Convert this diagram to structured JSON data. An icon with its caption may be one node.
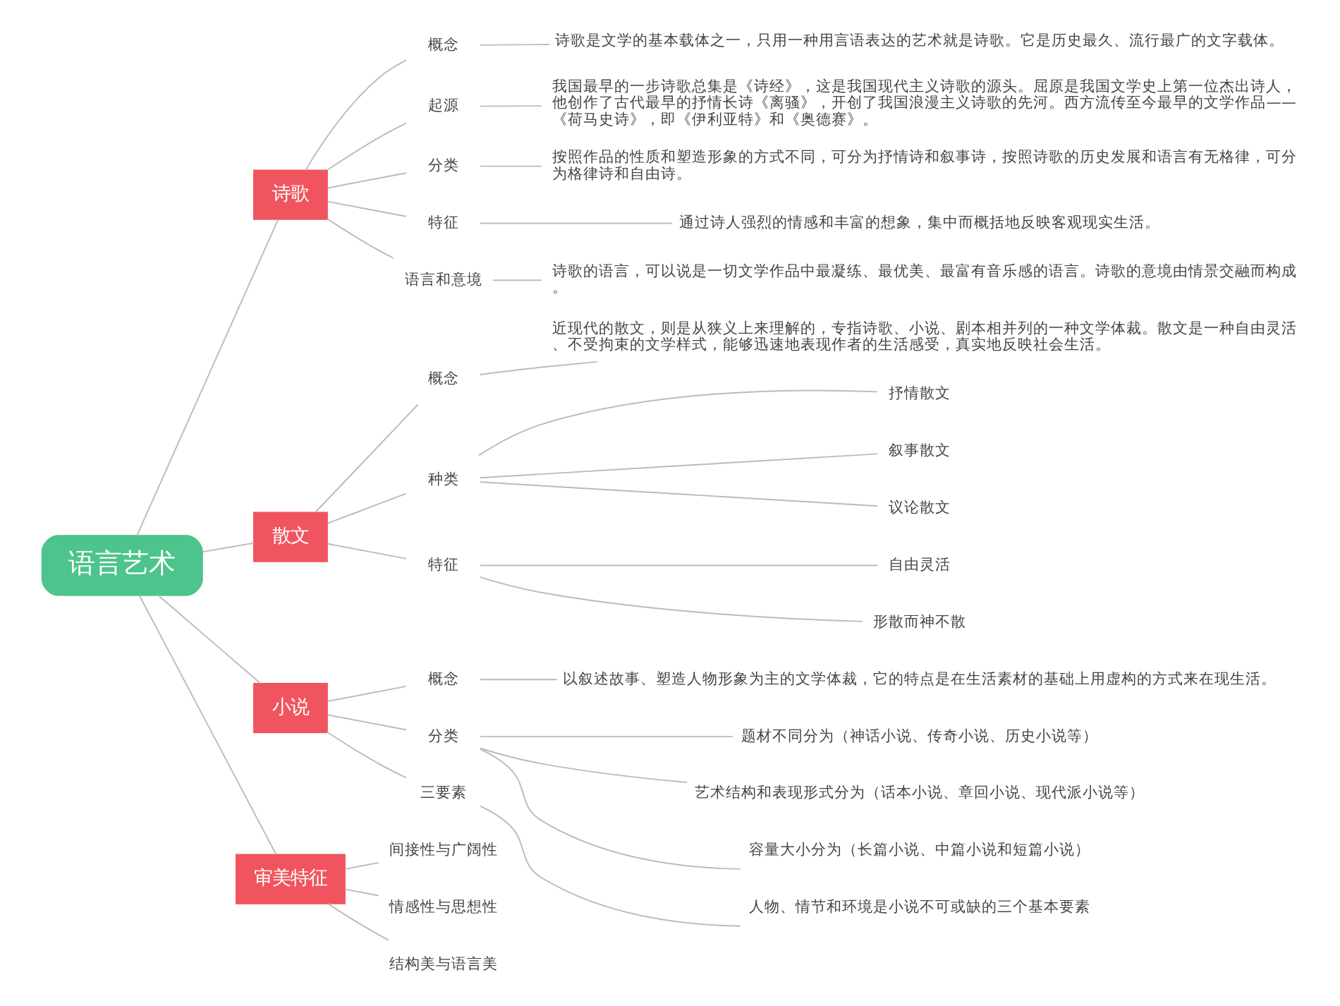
{
  "diagram": {
    "nodes": [
      {
        "text": [
          "语言艺术"
        ]
      },
      {
        "text": [
          "诗歌"
        ]
      },
      {
        "text": [
          "概念"
        ]
      },
      {
        "text": [
          "诗歌是文学的基本载体之一，只用一种用言语表达的艺术就是诗歌。它是历史最久、流行最广的文字载体。"
        ]
      },
      {
        "text": [
          "起源"
        ]
      },
      {
        "text": [
          "我国最早的一步诗歌总集是《诗经》，这是我国现代主义诗歌的源头。屈原是我国文学史上第一位杰出诗人，他创作了古代最早的抒情长诗《离骚》，开创了我国浪漫主义诗歌的先河。西方流传至今最早的文学作品——《荷马史诗》，即《伊利亚特》和《奥德赛》。"
        ]
      },
      {
        "text": [
          "分类"
        ]
      },
      {
        "text": [
          "按照作品的性质和塑造形象的方式不同，可分为抒情诗和叙事诗，按照诗歌的历史发展和语言有无格律，可分为格律诗和自由诗。"
        ]
      },
      {
        "text": [
          "特征"
        ]
      },
      {
        "text": [
          "通过诗人强烈的情感和丰富的想象，集中而概括地反映客观现实生活。"
        ]
      },
      {
        "text": [
          "语言和意境"
        ]
      },
      {
        "text": [
          "诗歌的语言，可以说是一切文学作品中最凝练、最优美、最富有音乐感的语言。诗歌的意境由情景交融而构成。"
        ]
      },
      {
        "text": [
          "散文"
        ]
      },
      {
        "text": [
          "概念"
        ]
      },
      {
        "text": [
          "近现代的散文，则是从狭义上来理解的，专指诗歌、小说、剧本相并列的一种文学体裁。散文是一种自由灵活、不受拘束的文学样式，能够迅速地表现作者的生活感受，真实地反映社会生活。"
        ]
      },
      {
        "text": [
          "种类"
        ]
      },
      {
        "text": [
          "抒情散文"
        ]
      },
      {
        "text": [
          "叙事散文"
        ]
      },
      {
        "text": [
          "议论散文"
        ]
      },
      {
        "text": [
          "特征"
        ]
      },
      {
        "text": [
          "自由灵活"
        ]
      },
      {
        "text": [
          "形散而神不散"
        ]
      },
      {
        "text": [
          "小说"
        ]
      },
      {
        "text": [
          "概念"
        ]
      },
      {
        "text": [
          "以叙述故事、塑造人物形象为主的文学体裁，它的特点是在生活素材的基础上用虚构的方式来在现生活。"
        ]
      },
      {
        "text": [
          "分类"
        ]
      },
      {
        "text": [
          "题材不同分为（神话小说、传奇小说、历史小说等）"
        ]
      },
      {
        "text": [
          "艺术结构和表现形式分为（话本小说、章回小说、现代派小说等）"
        ]
      },
      {
        "text": [
          "容量大小分为（长篇小说、中篇小说和短篇小说）"
        ]
      },
      {
        "text": [
          "三要素"
        ]
      },
      {
        "text": [
          "人物、情节和环境是小说不可或缺的三个基本要素"
        ]
      },
      {
        "text": [
          "审美特征"
        ]
      },
      {
        "text": [
          "间接性与广阔性"
        ]
      },
      {
        "text": [
          "情感性与思想性"
        ]
      },
      {
        "text": [
          "结构美与语言美"
        ]
      }
    ],
    "edges": [
      {
        "from": 0,
        "to": 1,
        "arrow": "none"
      },
      {
        "from": 1,
        "to": 2,
        "arrow": "none"
      },
      {
        "from": 2,
        "to": 3,
        "arrow": "none"
      },
      {
        "from": 1,
        "to": 4,
        "arrow": "none"
      },
      {
        "from": 4,
        "to": 5,
        "arrow": "none"
      },
      {
        "from": 1,
        "to": 6,
        "arrow": "none"
      },
      {
        "from": 6,
        "to": 7,
        "arrow": "none"
      },
      {
        "from": 1,
        "to": 8,
        "arrow": "none"
      },
      {
        "from": 8,
        "to": 9,
        "arrow": "none"
      },
      {
        "from": 1,
        "to": 10,
        "arrow": "none"
      },
      {
        "from": 10,
        "to": 11,
        "arrow": "none"
      },
      {
        "from": 0,
        "to": 12,
        "arrow": "none"
      },
      {
        "from": 12,
        "to": 13,
        "arrow": "none"
      },
      {
        "from": 13,
        "to": 14,
        "arrow": "none"
      },
      {
        "from": 12,
        "to": 15,
        "arrow": "none"
      },
      {
        "from": 15,
        "to": 16,
        "arrow": "none"
      },
      {
        "from": 15,
        "to": 17,
        "arrow": "none"
      },
      {
        "from": 15,
        "to": 18,
        "arrow": "none"
      },
      {
        "from": 12,
        "to": 19,
        "arrow": "none"
      },
      {
        "from": 19,
        "to": 20,
        "arrow": "none"
      },
      {
        "from": 19,
        "to": 21,
        "arrow": "none"
      },
      {
        "from": 0,
        "to": 22,
        "arrow": "none"
      },
      {
        "from": 22,
        "to": 23,
        "arrow": "none"
      },
      {
        "from": 23,
        "to": 24,
        "arrow": "none"
      },
      {
        "from": 22,
        "to": 25,
        "arrow": "none"
      },
      {
        "from": 25,
        "to": 26,
        "arrow": "none"
      },
      {
        "from": 25,
        "to": 27,
        "arrow": "none"
      },
      {
        "from": 25,
        "to": 28,
        "arrow": "none"
      },
      {
        "from": 22,
        "to": 29,
        "arrow": "none"
      },
      {
        "from": 29,
        "to": 30,
        "arrow": "none"
      },
      {
        "from": 0,
        "to": 31,
        "arrow": "none"
      },
      {
        "from": 31,
        "to": 32,
        "arrow": "none"
      },
      {
        "from": 31,
        "to": 33,
        "arrow": "none"
      },
      {
        "from": 31,
        "to": 34,
        "arrow": "none"
      }
    ]
  }
}
